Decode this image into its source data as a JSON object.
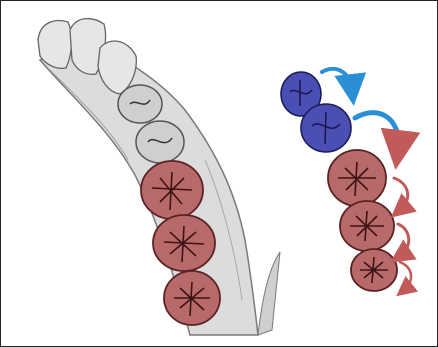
{
  "figure": {
    "description_free": true,
    "colors": {
      "border": "#222222",
      "jaw_bone": "#d9d9d9",
      "jaw_outline": "#7a7a7a",
      "front_teeth": "#e6e6e6",
      "premolars_gray": "#c9c9c9",
      "molars_red": "#b86a6a",
      "molar_outline": "#5b2323",
      "blue_teeth": "#4b4fb5",
      "blue_outline": "#1c1d5a",
      "arrow_blue": "#2b8fd6",
      "arrow_red": "#c25a5a"
    },
    "left_panel": {
      "jaw_icon": "mandible-illustration",
      "teeth": [
        {
          "name": "incisor-1",
          "kind": "front"
        },
        {
          "name": "incisor-2",
          "kind": "front"
        },
        {
          "name": "canine",
          "kind": "front"
        },
        {
          "name": "premolar-1",
          "kind": "gray"
        },
        {
          "name": "premolar-2",
          "kind": "gray"
        },
        {
          "name": "molar-1",
          "kind": "red"
        },
        {
          "name": "molar-2",
          "kind": "red"
        },
        {
          "name": "molar-3",
          "kind": "red"
        }
      ]
    },
    "right_panel": {
      "sequence": [
        {
          "name": "deciduous-tooth-1",
          "kind": "blue"
        },
        {
          "name": "deciduous-tooth-2",
          "kind": "blue"
        },
        {
          "name": "molar-a",
          "kind": "red"
        },
        {
          "name": "molar-b",
          "kind": "red"
        },
        {
          "name": "molar-c",
          "kind": "red"
        }
      ],
      "arrows": [
        {
          "name": "arrow-1",
          "color": "blue"
        },
        {
          "name": "arrow-2",
          "color": "blue"
        },
        {
          "name": "arrow-3",
          "color": "red"
        },
        {
          "name": "arrow-4",
          "color": "red"
        },
        {
          "name": "arrow-5",
          "color": "red"
        }
      ]
    }
  }
}
